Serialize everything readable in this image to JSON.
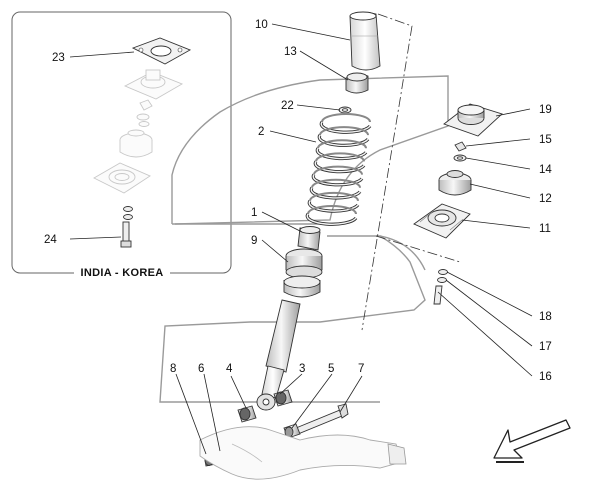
{
  "inset": {
    "title": "INDIA - KOREA",
    "callouts": [
      {
        "id": "inset-23",
        "text": "23"
      },
      {
        "id": "inset-24",
        "text": "24"
      }
    ]
  },
  "callouts": [
    {
      "id": "c1",
      "text": "1"
    },
    {
      "id": "c2",
      "text": "2"
    },
    {
      "id": "c3",
      "text": "3"
    },
    {
      "id": "c4",
      "text": "4"
    },
    {
      "id": "c5",
      "text": "5"
    },
    {
      "id": "c6",
      "text": "6"
    },
    {
      "id": "c7",
      "text": "7"
    },
    {
      "id": "c8",
      "text": "8"
    },
    {
      "id": "c9",
      "text": "9"
    },
    {
      "id": "c10",
      "text": "10"
    },
    {
      "id": "c11",
      "text": "11"
    },
    {
      "id": "c12",
      "text": "12"
    },
    {
      "id": "c13",
      "text": "13"
    },
    {
      "id": "c14",
      "text": "14"
    },
    {
      "id": "c15",
      "text": "15"
    },
    {
      "id": "c16",
      "text": "16"
    },
    {
      "id": "c17",
      "text": "17"
    },
    {
      "id": "c18",
      "text": "18"
    },
    {
      "id": "c19",
      "text": "19"
    },
    {
      "id": "c22",
      "text": "22"
    }
  ],
  "colors": {
    "line": "#222222",
    "part_fill": "#f3f3f3",
    "part_shade": "#d9d9d9",
    "ghost": "#c8c8c8",
    "envelope": "#9a9a9a"
  },
  "icons": [
    "direction-arrow-icon"
  ]
}
